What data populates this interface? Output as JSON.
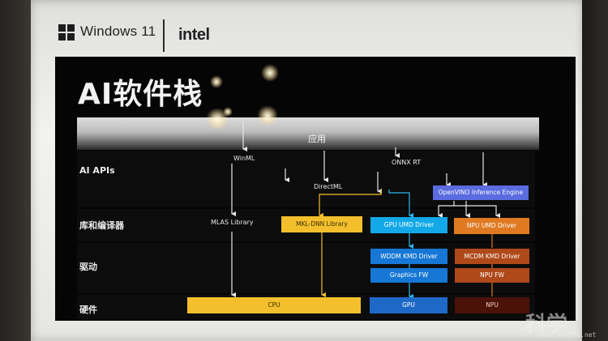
{
  "header": {
    "windows_label": "Windows 11",
    "intel_label": "intel"
  },
  "slide": {
    "title": "AI软件栈",
    "app_bar_label": "应用",
    "rows": [
      {
        "label": "AI APIs"
      },
      {
        "label": "库和编译器"
      },
      {
        "label": "驱动"
      },
      {
        "label": "硬件"
      }
    ],
    "apis": {
      "winml": "WinML",
      "directml": "DirectML",
      "onnx_rt": "ONNX RT",
      "openvino": "OpenVINO Inference Engine"
    },
    "libraries": {
      "mlas": "MLAS Library",
      "mkl": "MKL-DNN Library",
      "gpu_umd": "GPU UMD Driver",
      "npu_umd": "NPU UMD Driver"
    },
    "drivers": {
      "wddm": "WDDM KMD Driver",
      "graphics_fw": "Graphics FW",
      "mcdm": "MCDM KMD Driver",
      "npu_fw": "NPU FW"
    },
    "hardware": {
      "cpu": "CPU",
      "gpu": "GPU",
      "npu": "NPU"
    }
  },
  "watermark": {
    "logo_text": "科学",
    "url": "www.selife.net"
  },
  "colors": {
    "cpu_yellow": "#f3bf2d",
    "gpu_cyan": "#13a9e8",
    "gpu_blue": "#1e69c8",
    "npu_orange": "#e07a22",
    "npu_rust": "#b0491a",
    "openvino_violet": "#5b6be0"
  }
}
